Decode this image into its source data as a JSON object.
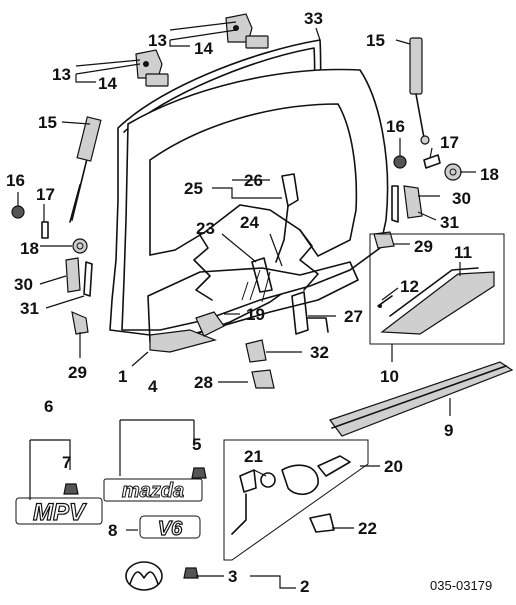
{
  "figure_code": "035-03179",
  "emblems": {
    "mazda_wordmark": "mazda",
    "v6_badge": "V6",
    "mpv_badge": "MPV"
  },
  "callouts": [
    {
      "id": "c33a",
      "label": "33"
    },
    {
      "id": "c13a",
      "label": "13"
    },
    {
      "id": "c14a",
      "label": "14"
    },
    {
      "id": "c13b",
      "label": "13"
    },
    {
      "id": "c14b",
      "label": "14"
    },
    {
      "id": "c15a",
      "label": "15"
    },
    {
      "id": "c15b",
      "label": "15"
    },
    {
      "id": "c16a",
      "label": "16"
    },
    {
      "id": "c17a",
      "label": "17"
    },
    {
      "id": "c18a",
      "label": "18"
    },
    {
      "id": "c16b",
      "label": "16"
    },
    {
      "id": "c17b",
      "label": "17"
    },
    {
      "id": "c18b",
      "label": "18"
    },
    {
      "id": "c25",
      "label": "25"
    },
    {
      "id": "c26",
      "label": "26"
    },
    {
      "id": "c30a",
      "label": "30"
    },
    {
      "id": "c31a",
      "label": "31"
    },
    {
      "id": "c30b",
      "label": "30"
    },
    {
      "id": "c31b",
      "label": "31"
    },
    {
      "id": "c23",
      "label": "23"
    },
    {
      "id": "c24",
      "label": "24"
    },
    {
      "id": "c29a",
      "label": "29"
    },
    {
      "id": "c29b",
      "label": "29"
    },
    {
      "id": "c11",
      "label": "11"
    },
    {
      "id": "c12",
      "label": "12"
    },
    {
      "id": "c19",
      "label": "19"
    },
    {
      "id": "c27",
      "label": "27"
    },
    {
      "id": "c32",
      "label": "32"
    },
    {
      "id": "c1",
      "label": "1"
    },
    {
      "id": "c10",
      "label": "10"
    },
    {
      "id": "c28",
      "label": "28"
    },
    {
      "id": "c4",
      "label": "4"
    },
    {
      "id": "c5",
      "label": "5"
    },
    {
      "id": "c6",
      "label": "6"
    },
    {
      "id": "c7",
      "label": "7"
    },
    {
      "id": "c9",
      "label": "9"
    },
    {
      "id": "c20",
      "label": "20"
    },
    {
      "id": "c21",
      "label": "21"
    },
    {
      "id": "c8",
      "label": "8"
    },
    {
      "id": "c22",
      "label": "22"
    },
    {
      "id": "c3",
      "label": "3"
    },
    {
      "id": "c2",
      "label": "2"
    }
  ]
}
